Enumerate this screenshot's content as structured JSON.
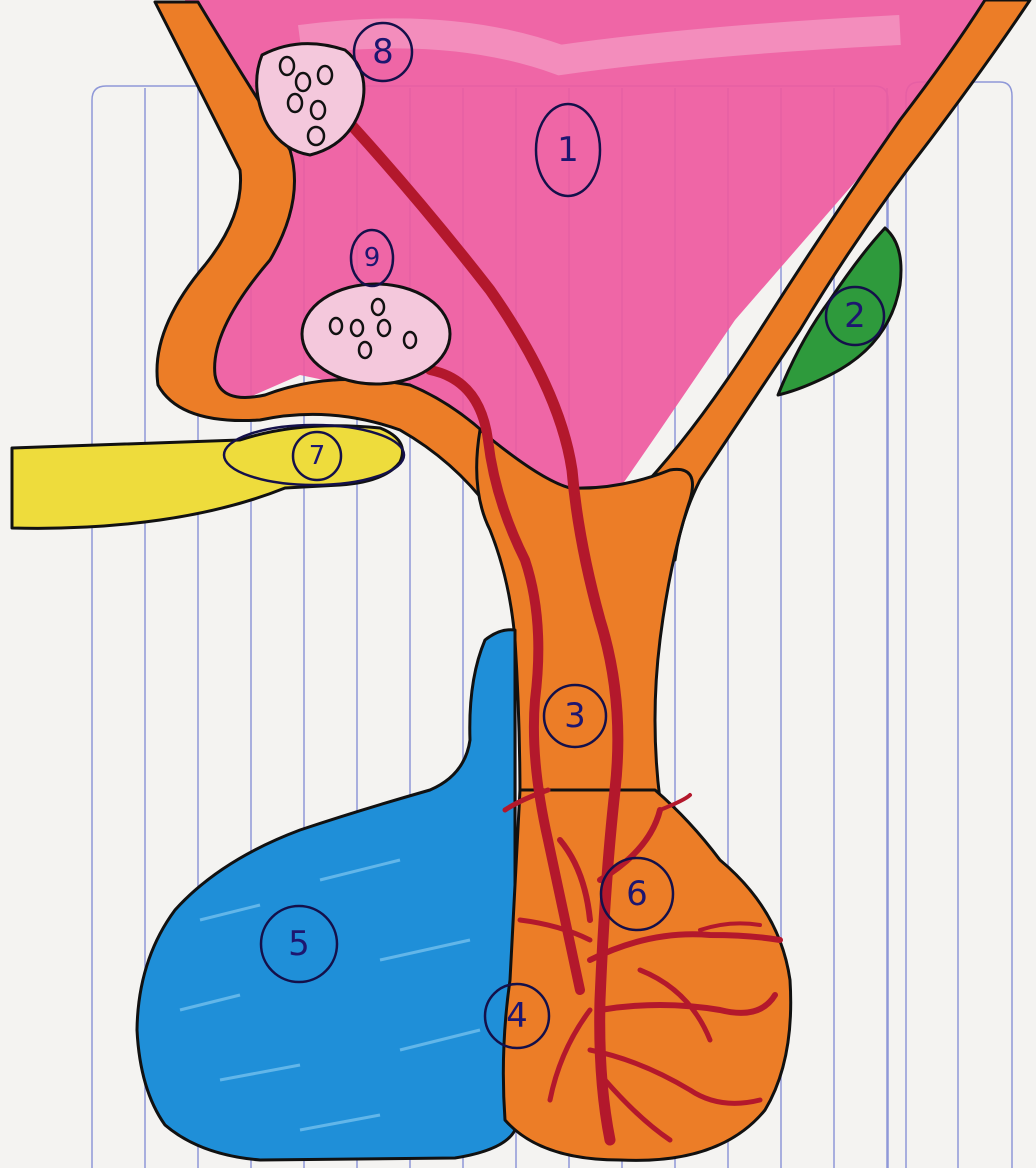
{
  "diagram": {
    "medium": "hand-drawn colored diagram on ruled notebook paper",
    "labels": [
      "1",
      "2",
      "3",
      "4",
      "5",
      "6",
      "7",
      "8",
      "9"
    ],
    "colors": {
      "paper": "#f4f3f1",
      "rule_lines": "#8f98d8",
      "pink_region": "#ee5aa0",
      "orange_structure": "#ec7d27",
      "green_region": "#2e9a3c",
      "blue_region": "#1f8fd8",
      "yellow_region": "#eedc3c",
      "vessels": "#b3182c",
      "outline": "#111111",
      "label_ink": "#1d1670"
    }
  }
}
